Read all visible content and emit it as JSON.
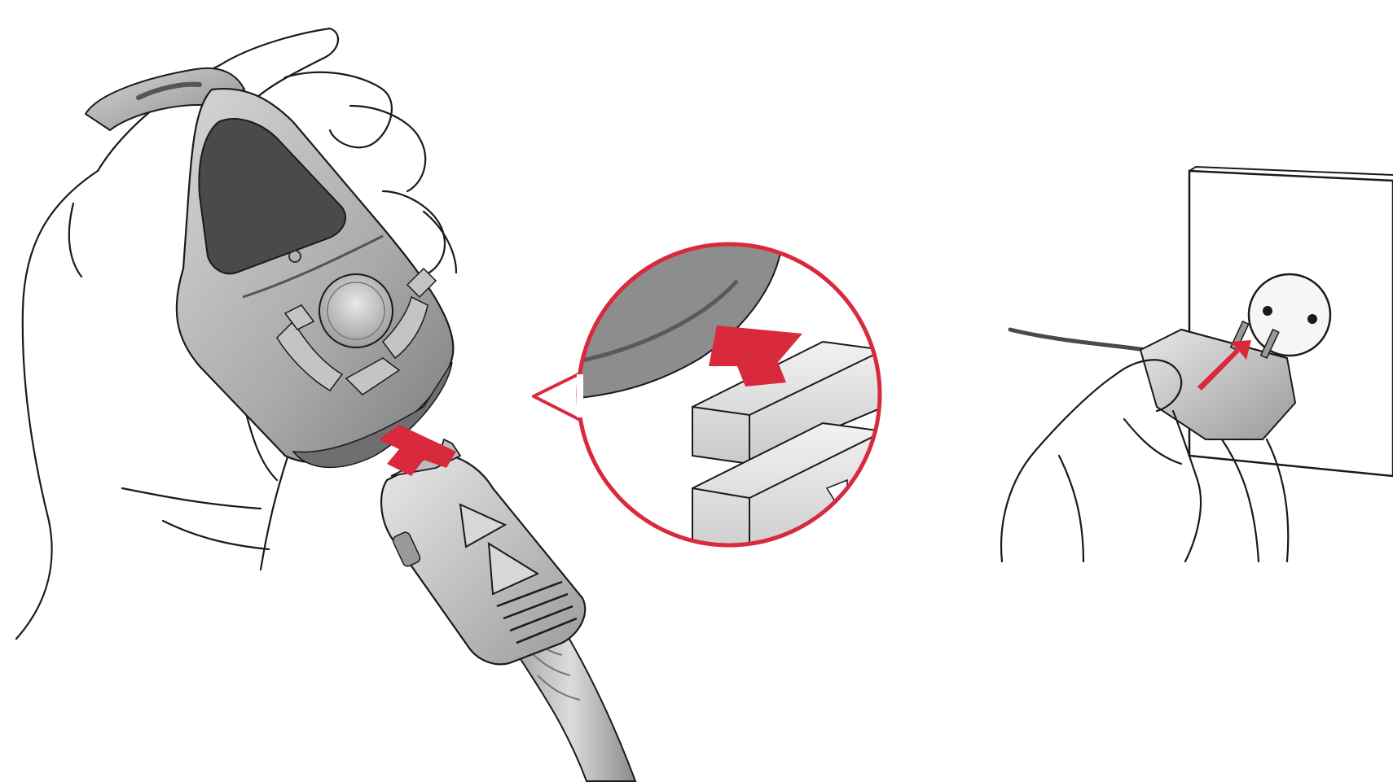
{
  "illustration": {
    "panels": [
      {
        "id": "phone-connector",
        "icon": "phone-in-hand-with-charger-plug"
      },
      {
        "id": "zoom-detail",
        "icon": "magnified-connector-insert"
      },
      {
        "id": "wall-outlet",
        "icon": "hand-plugging-adapter-into-socket"
      }
    ],
    "colors": {
      "accent": "#d9293c",
      "line": "#1a1a1a",
      "device_gray": "#b9b9b9",
      "device_dark": "#6f6f6f",
      "screen": "#4a4a4a",
      "background": "#ffffff"
    }
  }
}
